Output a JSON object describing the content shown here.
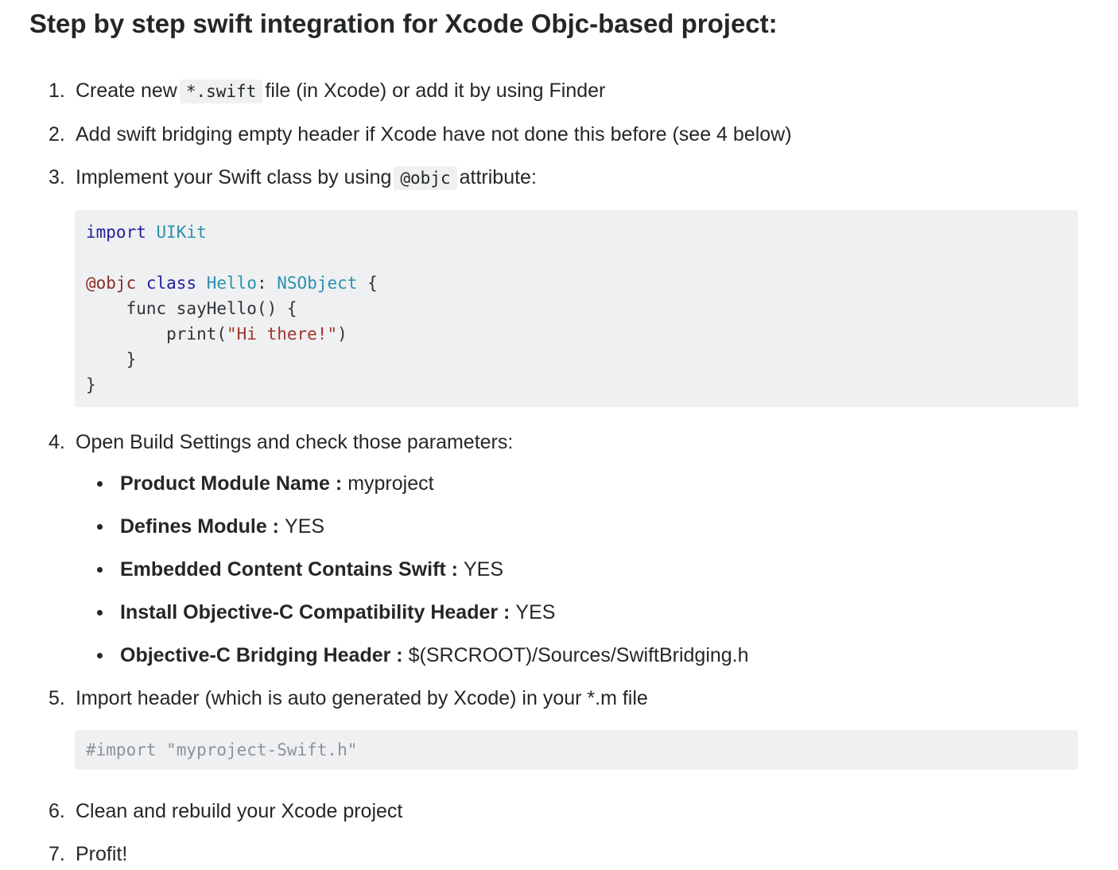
{
  "title": "Step by step swift integration for Xcode Objc-based project:",
  "steps": {
    "s1": {
      "num": "1.",
      "pre": "Create new",
      "code": "*.swift",
      "post": "file (in Xcode) or add it by using Finder"
    },
    "s2": {
      "num": "2.",
      "text": "Add swift bridging empty header if Xcode have not done this before (see 4 below)"
    },
    "s3": {
      "num": "3.",
      "pre": "Implement your Swift class by using",
      "code": "@objc",
      "post": "attribute:"
    },
    "s4": {
      "num": "4.",
      "text": "Open Build Settings and check those parameters:"
    },
    "s5": {
      "num": "5.",
      "text": "Import header (which is auto generated by Xcode) in your *.m file"
    },
    "s6": {
      "num": "6.",
      "text": "Clean and rebuild your Xcode project"
    },
    "s7": {
      "num": "7.",
      "text": "Profit!"
    }
  },
  "build_settings": [
    {
      "label": "Product Module Name :",
      "value": "myproject"
    },
    {
      "label": "Defines Module :",
      "value": "YES"
    },
    {
      "label": "Embedded Content Contains Swift :",
      "value": "YES"
    },
    {
      "label": "Install Objective-C Compatibility Header :",
      "value": "YES"
    },
    {
      "label": "Objective-C Bridging Header :",
      "value": "$(SRCROOT)/Sources/SwiftBridging.h"
    }
  ],
  "code_blocks": {
    "swift_class": {
      "lines": [
        [
          {
            "c": "kwd",
            "t": "import"
          },
          {
            "c": "pln",
            "t": " "
          },
          {
            "c": "typ",
            "t": "UIKit"
          }
        ],
        [],
        [
          {
            "c": "lit",
            "t": "@objc"
          },
          {
            "c": "pln",
            "t": " "
          },
          {
            "c": "kwd",
            "t": "class"
          },
          {
            "c": "pln",
            "t": " "
          },
          {
            "c": "typ",
            "t": "Hello"
          },
          {
            "c": "pln",
            "t": ": "
          },
          {
            "c": "typ",
            "t": "NSObject"
          },
          {
            "c": "pln",
            "t": " {"
          }
        ],
        [
          {
            "c": "pln",
            "t": "    func sayHello() {"
          }
        ],
        [
          {
            "c": "pln",
            "t": "        print("
          },
          {
            "c": "str",
            "t": "\"Hi there!\""
          },
          {
            "c": "pln",
            "t": ")"
          }
        ],
        [
          {
            "c": "pln",
            "t": "    }"
          }
        ],
        [
          {
            "c": "pln",
            "t": "}"
          }
        ]
      ]
    },
    "objc_import": {
      "lines": [
        [
          {
            "c": "com",
            "t": "#import \"myproject-Swift.h\""
          }
        ]
      ]
    }
  },
  "colors": {
    "text": "#242729",
    "code_background": "#eff0f1",
    "code_plain": "#303336",
    "code_keyword": "#22219e",
    "code_type": "#2b91af",
    "code_attribute": "#8c2b25",
    "code_string": "#a0342f",
    "code_muted": "#8d939a"
  }
}
